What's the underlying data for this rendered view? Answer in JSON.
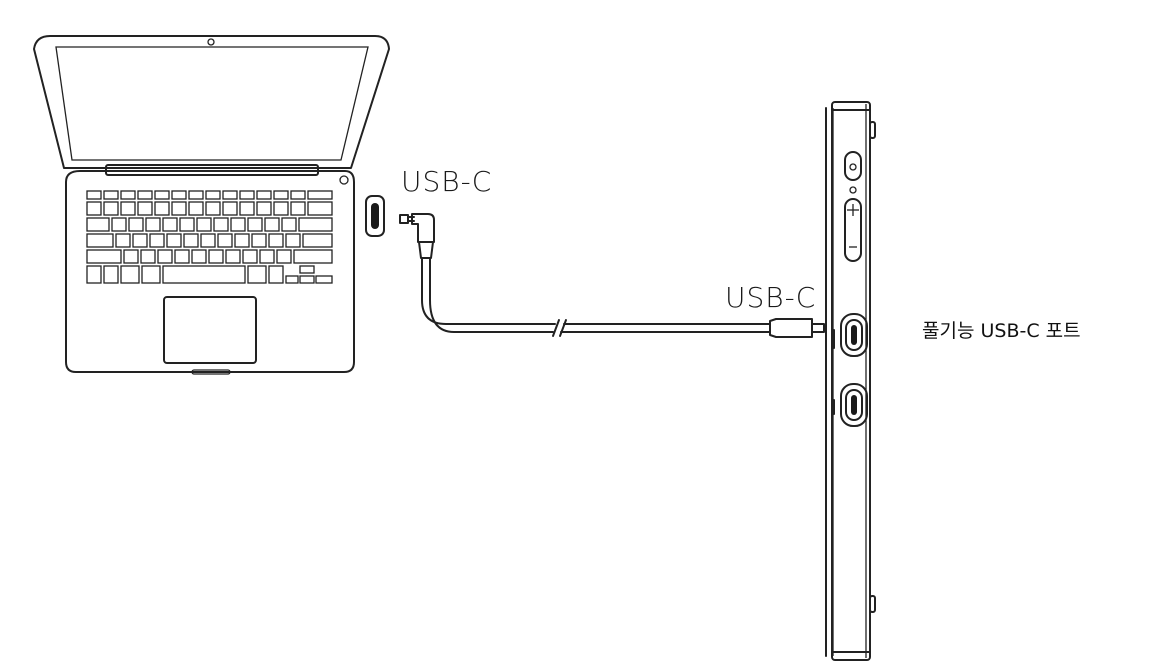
{
  "labels": {
    "laptop_port": "USB-C",
    "device_port": "USB-C",
    "full_function_port": "풀기능 USB-C 포트"
  },
  "colors": {
    "line": "#222222",
    "fill_dark": "#1a1a1a",
    "background": "#ffffff"
  }
}
